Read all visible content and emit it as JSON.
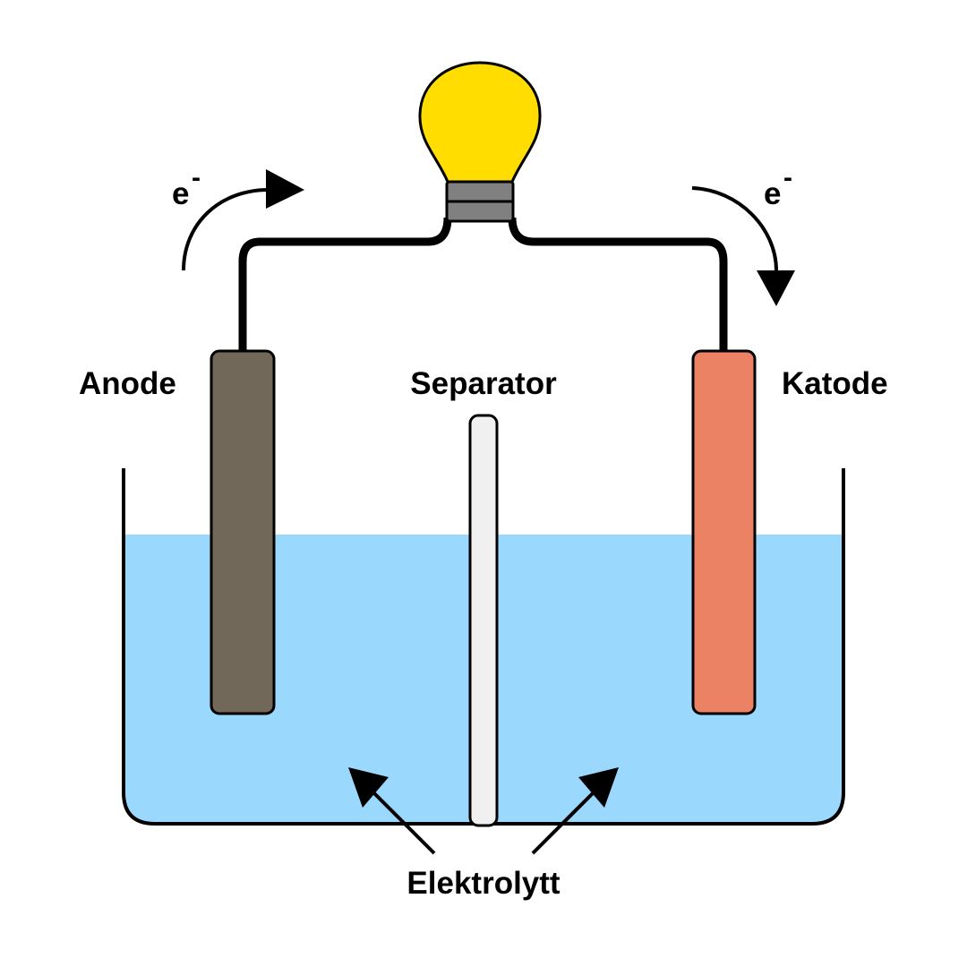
{
  "labels": {
    "anode": "Anode",
    "cathode": "Katode",
    "separator": "Separator",
    "electrolyte": "Elektrolytt",
    "electron_left": "e",
    "electron_left_sup": "-",
    "electron_right": "e",
    "electron_right_sup": "-"
  },
  "colors": {
    "electrolyte": "#9BD8FD",
    "anode": "#716859",
    "cathode": "#EB8264",
    "separator": "#F0F0F0",
    "bulb_glass": "#FFDD00",
    "bulb_base": "#808080",
    "stroke": "#000000"
  }
}
